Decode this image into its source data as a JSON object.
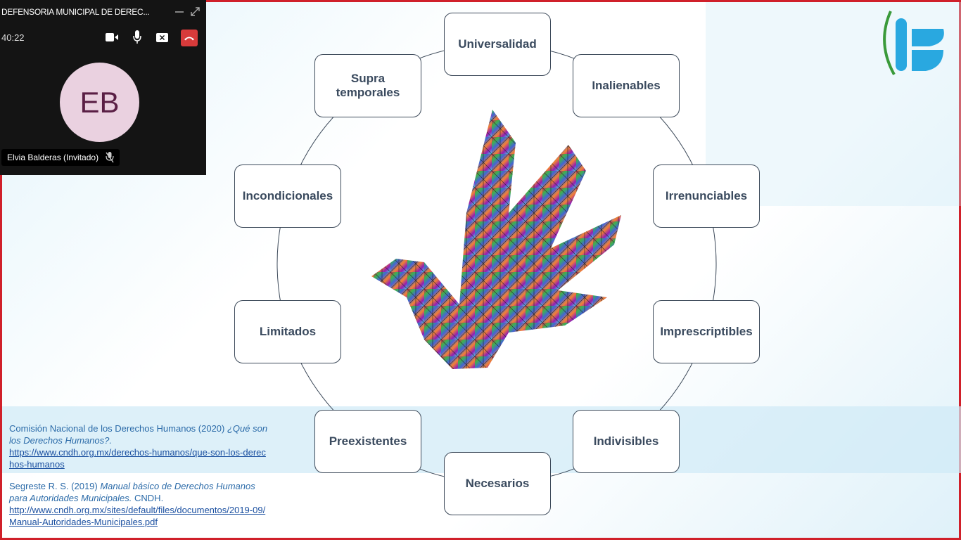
{
  "call": {
    "title": "DEFENSORIA MUNICIPAL DE DEREC...",
    "duration": "40:22",
    "initials": "EB",
    "participant": "Elvia Balderas (Invitado)"
  },
  "diagram": {
    "items": [
      "Universalidad",
      "Inalienables",
      "Irrenunciables",
      "Imprescriptibles",
      "Indivisibles",
      "Necesarios",
      "Preexistentes",
      "Limitados",
      "Incondicionales",
      "Supra\ntemporales"
    ]
  },
  "references": [
    {
      "text": "Comisión Nacional de los Derechos Humanos (2020) ",
      "title": "¿Qué son los Derechos Humanos?.",
      "after": "",
      "url": "https://www.cndh.org.mx/derechos-humanos/que-son-los-derechos-humanos"
    },
    {
      "text": "Segreste R. S. (2019) ",
      "title": "Manual básico de Derechos Humanos para Autoridades Municipales.",
      "after": " CNDH.",
      "url": "http://www.cndh.org.mx/sites/default/files/documentos/2019-09/Manual-Autoridades-Municipales.pdf"
    }
  ],
  "colors": {
    "border": "#d0202a",
    "logo": "#29a8e0",
    "leaf": "#3a9a3a"
  }
}
